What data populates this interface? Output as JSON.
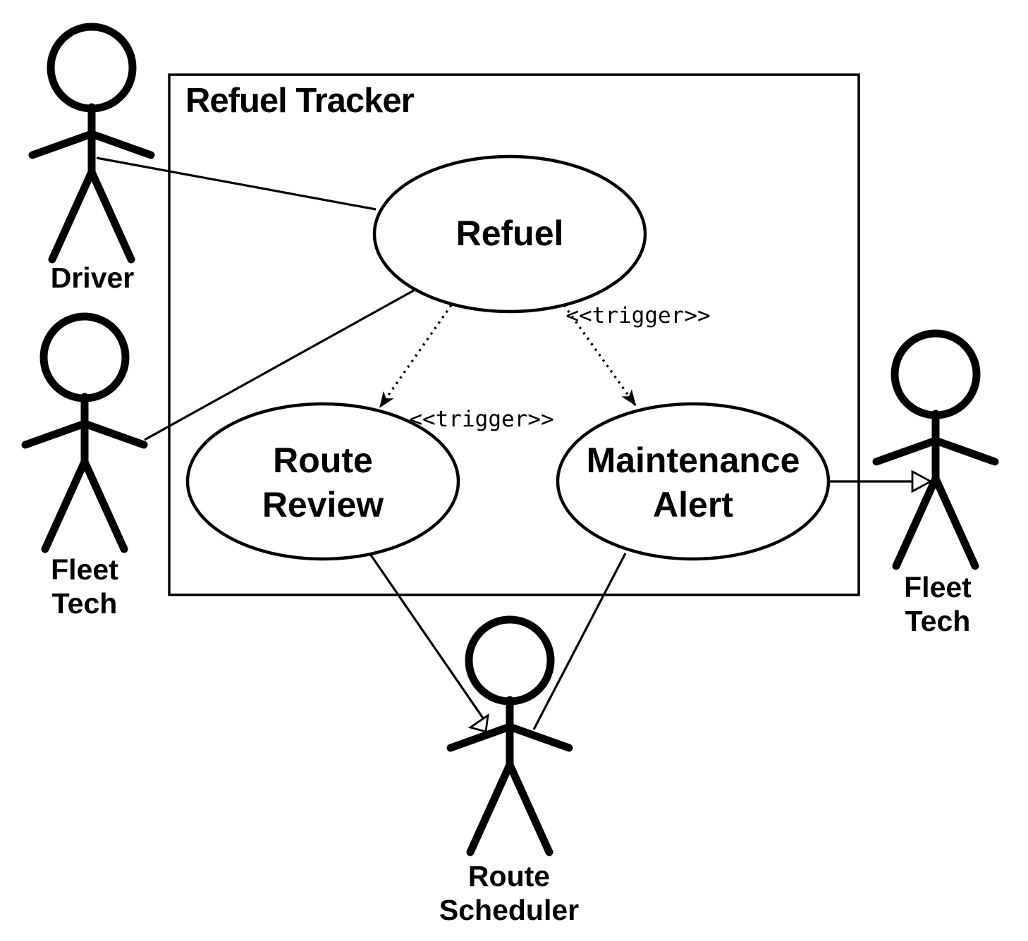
{
  "diagram": {
    "kind": "uml-use-case-diagram",
    "colors": {
      "stroke": "#000000",
      "background": "#ffffff"
    },
    "system": {
      "title": "Refuel Tracker"
    },
    "use_cases": [
      {
        "id": "refuel",
        "label": "Refuel"
      },
      {
        "id": "route-review",
        "label": "Route Review",
        "line1": "Route",
        "line2": "Review"
      },
      {
        "id": "maintenance-alert",
        "label": "Maintenance Alert",
        "line1": "Maintenance",
        "line2": "Alert"
      }
    ],
    "actors": [
      {
        "id": "driver",
        "label": "Driver"
      },
      {
        "id": "fleet-tech-left",
        "label": "Fleet Tech",
        "line1": "Fleet",
        "line2": "Tech"
      },
      {
        "id": "fleet-tech-right",
        "label": "Fleet Tech",
        "line1": "Fleet",
        "line2": "Tech"
      },
      {
        "id": "route-scheduler",
        "label": "Route Scheduler",
        "line1": "Route",
        "line2": "Scheduler"
      }
    ],
    "labels": {
      "trigger": "<<trigger>>"
    },
    "relationships": [
      {
        "from": "Driver",
        "to": "Refuel",
        "type": "association"
      },
      {
        "from": "Fleet Tech (left)",
        "to": "Refuel",
        "type": "association"
      },
      {
        "from": "Refuel",
        "to": "Route Review",
        "type": "dependency",
        "stereotype": "<<trigger>>"
      },
      {
        "from": "Refuel",
        "to": "Maintenance Alert",
        "type": "dependency",
        "stereotype": "<<trigger>>"
      },
      {
        "from": "Route Review",
        "to": "Route Scheduler",
        "type": "directed-association-open-arrow"
      },
      {
        "from": "Maintenance Alert",
        "to": "Route Scheduler",
        "type": "association"
      },
      {
        "from": "Maintenance Alert",
        "to": "Fleet Tech (right)",
        "type": "directed-association-open-arrow"
      }
    ]
  }
}
